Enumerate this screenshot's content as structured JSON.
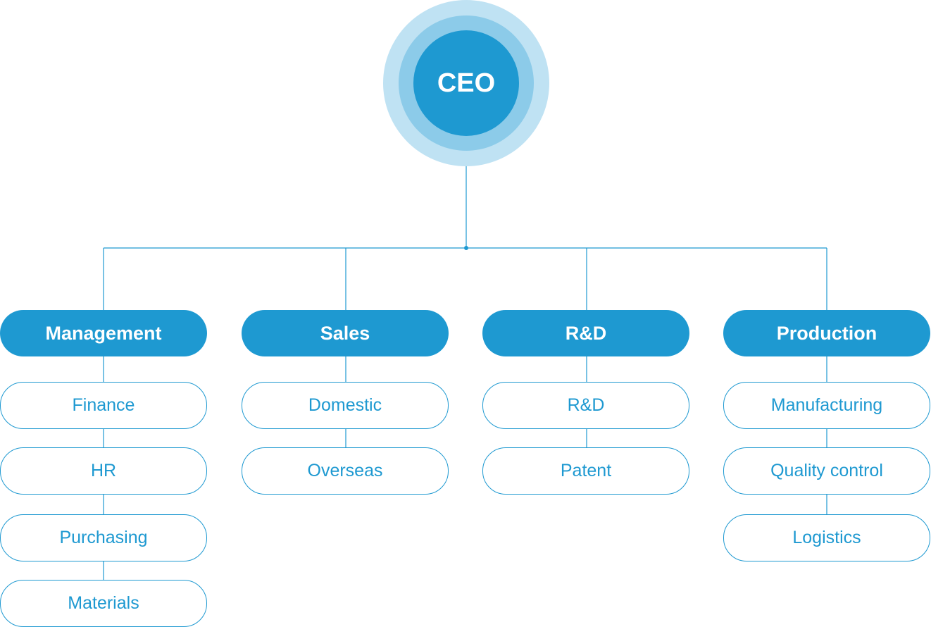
{
  "colors": {
    "primary": "#1e99d1",
    "ring_mid": "#8ccbe9",
    "ring_outer": "#bfe2f3",
    "text_on_primary": "#ffffff"
  },
  "root": {
    "label": "CEO"
  },
  "departments": [
    {
      "label": "Management",
      "units": [
        "Finance",
        "HR",
        "Purchasing",
        "Materials"
      ]
    },
    {
      "label": "Sales",
      "units": [
        "Domestic",
        "Overseas"
      ]
    },
    {
      "label": "R&D",
      "units": [
        "R&D",
        "Patent"
      ]
    },
    {
      "label": "Production",
      "units": [
        "Manufacturing",
        "Quality control",
        "Logistics"
      ]
    }
  ]
}
